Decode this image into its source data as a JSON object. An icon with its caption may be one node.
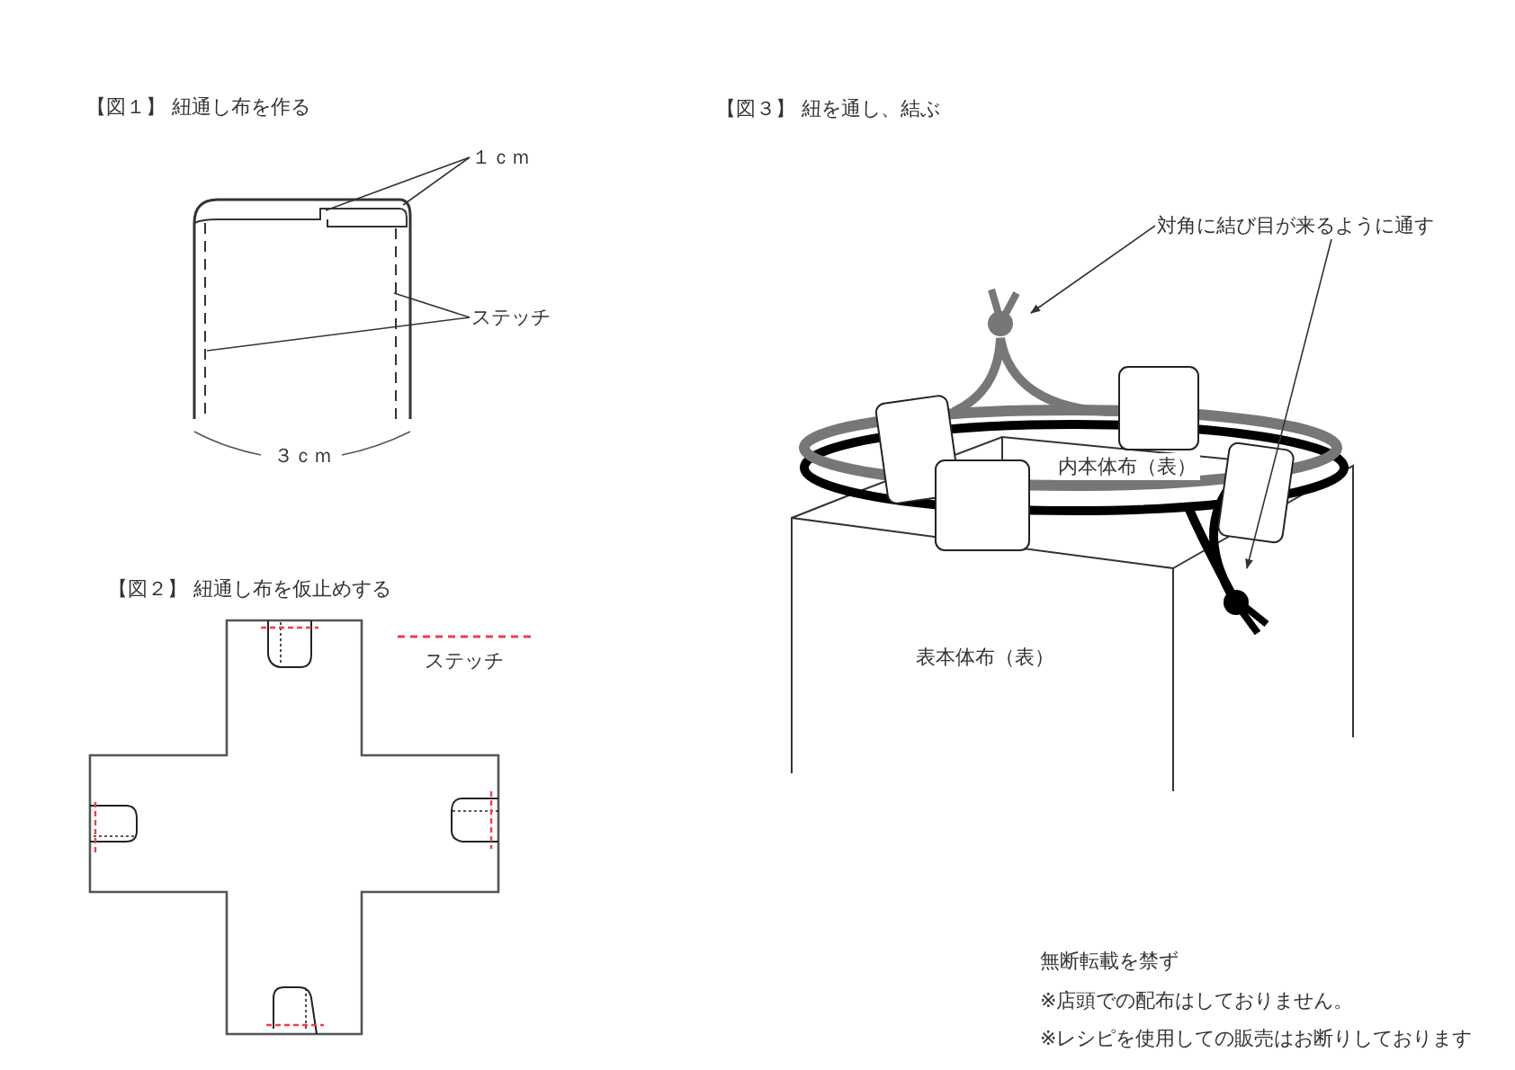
{
  "diagram": {
    "nodes": [
      {
        "text": [
          "１ｃｍ"
        ]
      },
      {
        "text": [
          "ステッチ"
        ]
      },
      {
        "text": [
          "対角に結び目が来るように通す"
        ]
      }
    ],
    "edges": [
      {
        "from": 0,
        "to": null,
        "arrow": "none"
      },
      {
        "from": 0,
        "to": null,
        "arrow": "none"
      },
      {
        "from": 1,
        "to": null,
        "arrow": "none"
      },
      {
        "from": 1,
        "to": null,
        "arrow": "none"
      },
      {
        "from": 2,
        "to": null,
        "arrow": "to"
      },
      {
        "from": 2,
        "to": null,
        "arrow": "to"
      }
    ],
    "labels": [
      "【図１】 紐通し布を作る",
      "３ｃｍ",
      "【図２】 紐通し布を仮止めする",
      "【図３】 紐を通し、結ぶ",
      "内本体布（表）",
      "表本体布（表）",
      "無断転載を禁ず",
      "※店頭での配布はしておりません。",
      "※レシピを使用しての販売はお断りしております"
    ],
    "legend": [
      {
        "text": "ステッチ"
      }
    ]
  }
}
